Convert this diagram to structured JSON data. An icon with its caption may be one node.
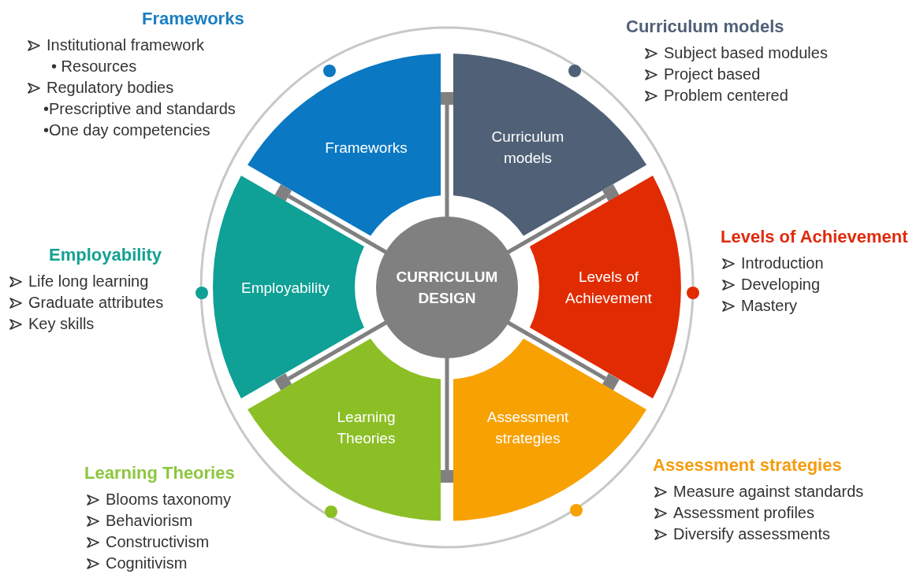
{
  "diagram": {
    "nodes": [
      {
        "text": [
          "CURRICULUM DESIGN"
        ]
      },
      {
        "text": [
          "Frameworks"
        ]
      },
      {
        "text": [
          "Curriculum models"
        ]
      },
      {
        "text": [
          "Levels of Achievement"
        ]
      },
      {
        "text": [
          "Assessment strategies"
        ]
      },
      {
        "text": [
          "Learning Theories"
        ]
      },
      {
        "text": [
          "Employability"
        ]
      }
    ],
    "labels": [
      "Frameworks",
      "Institutional framework",
      "• Resources",
      "Regulatory bodies",
      "•Prescriptive and standards",
      "•One day competencies",
      "Curriculum models",
      "Subject based modules",
      "Project based",
      "Problem centered",
      "Employability",
      "Life long learning",
      "Graduate attributes",
      "Key skills",
      "Levels of Achievement",
      "Introduction",
      "Developing",
      "Mastery",
      "Learning Theories",
      "Blooms taxonomy",
      "Behaviorism",
      "Constructivism",
      "Cognitivism",
      "Assessment strategies",
      "Measure against standards",
      "Assessment profiles",
      "Diversify assessments"
    ]
  }
}
